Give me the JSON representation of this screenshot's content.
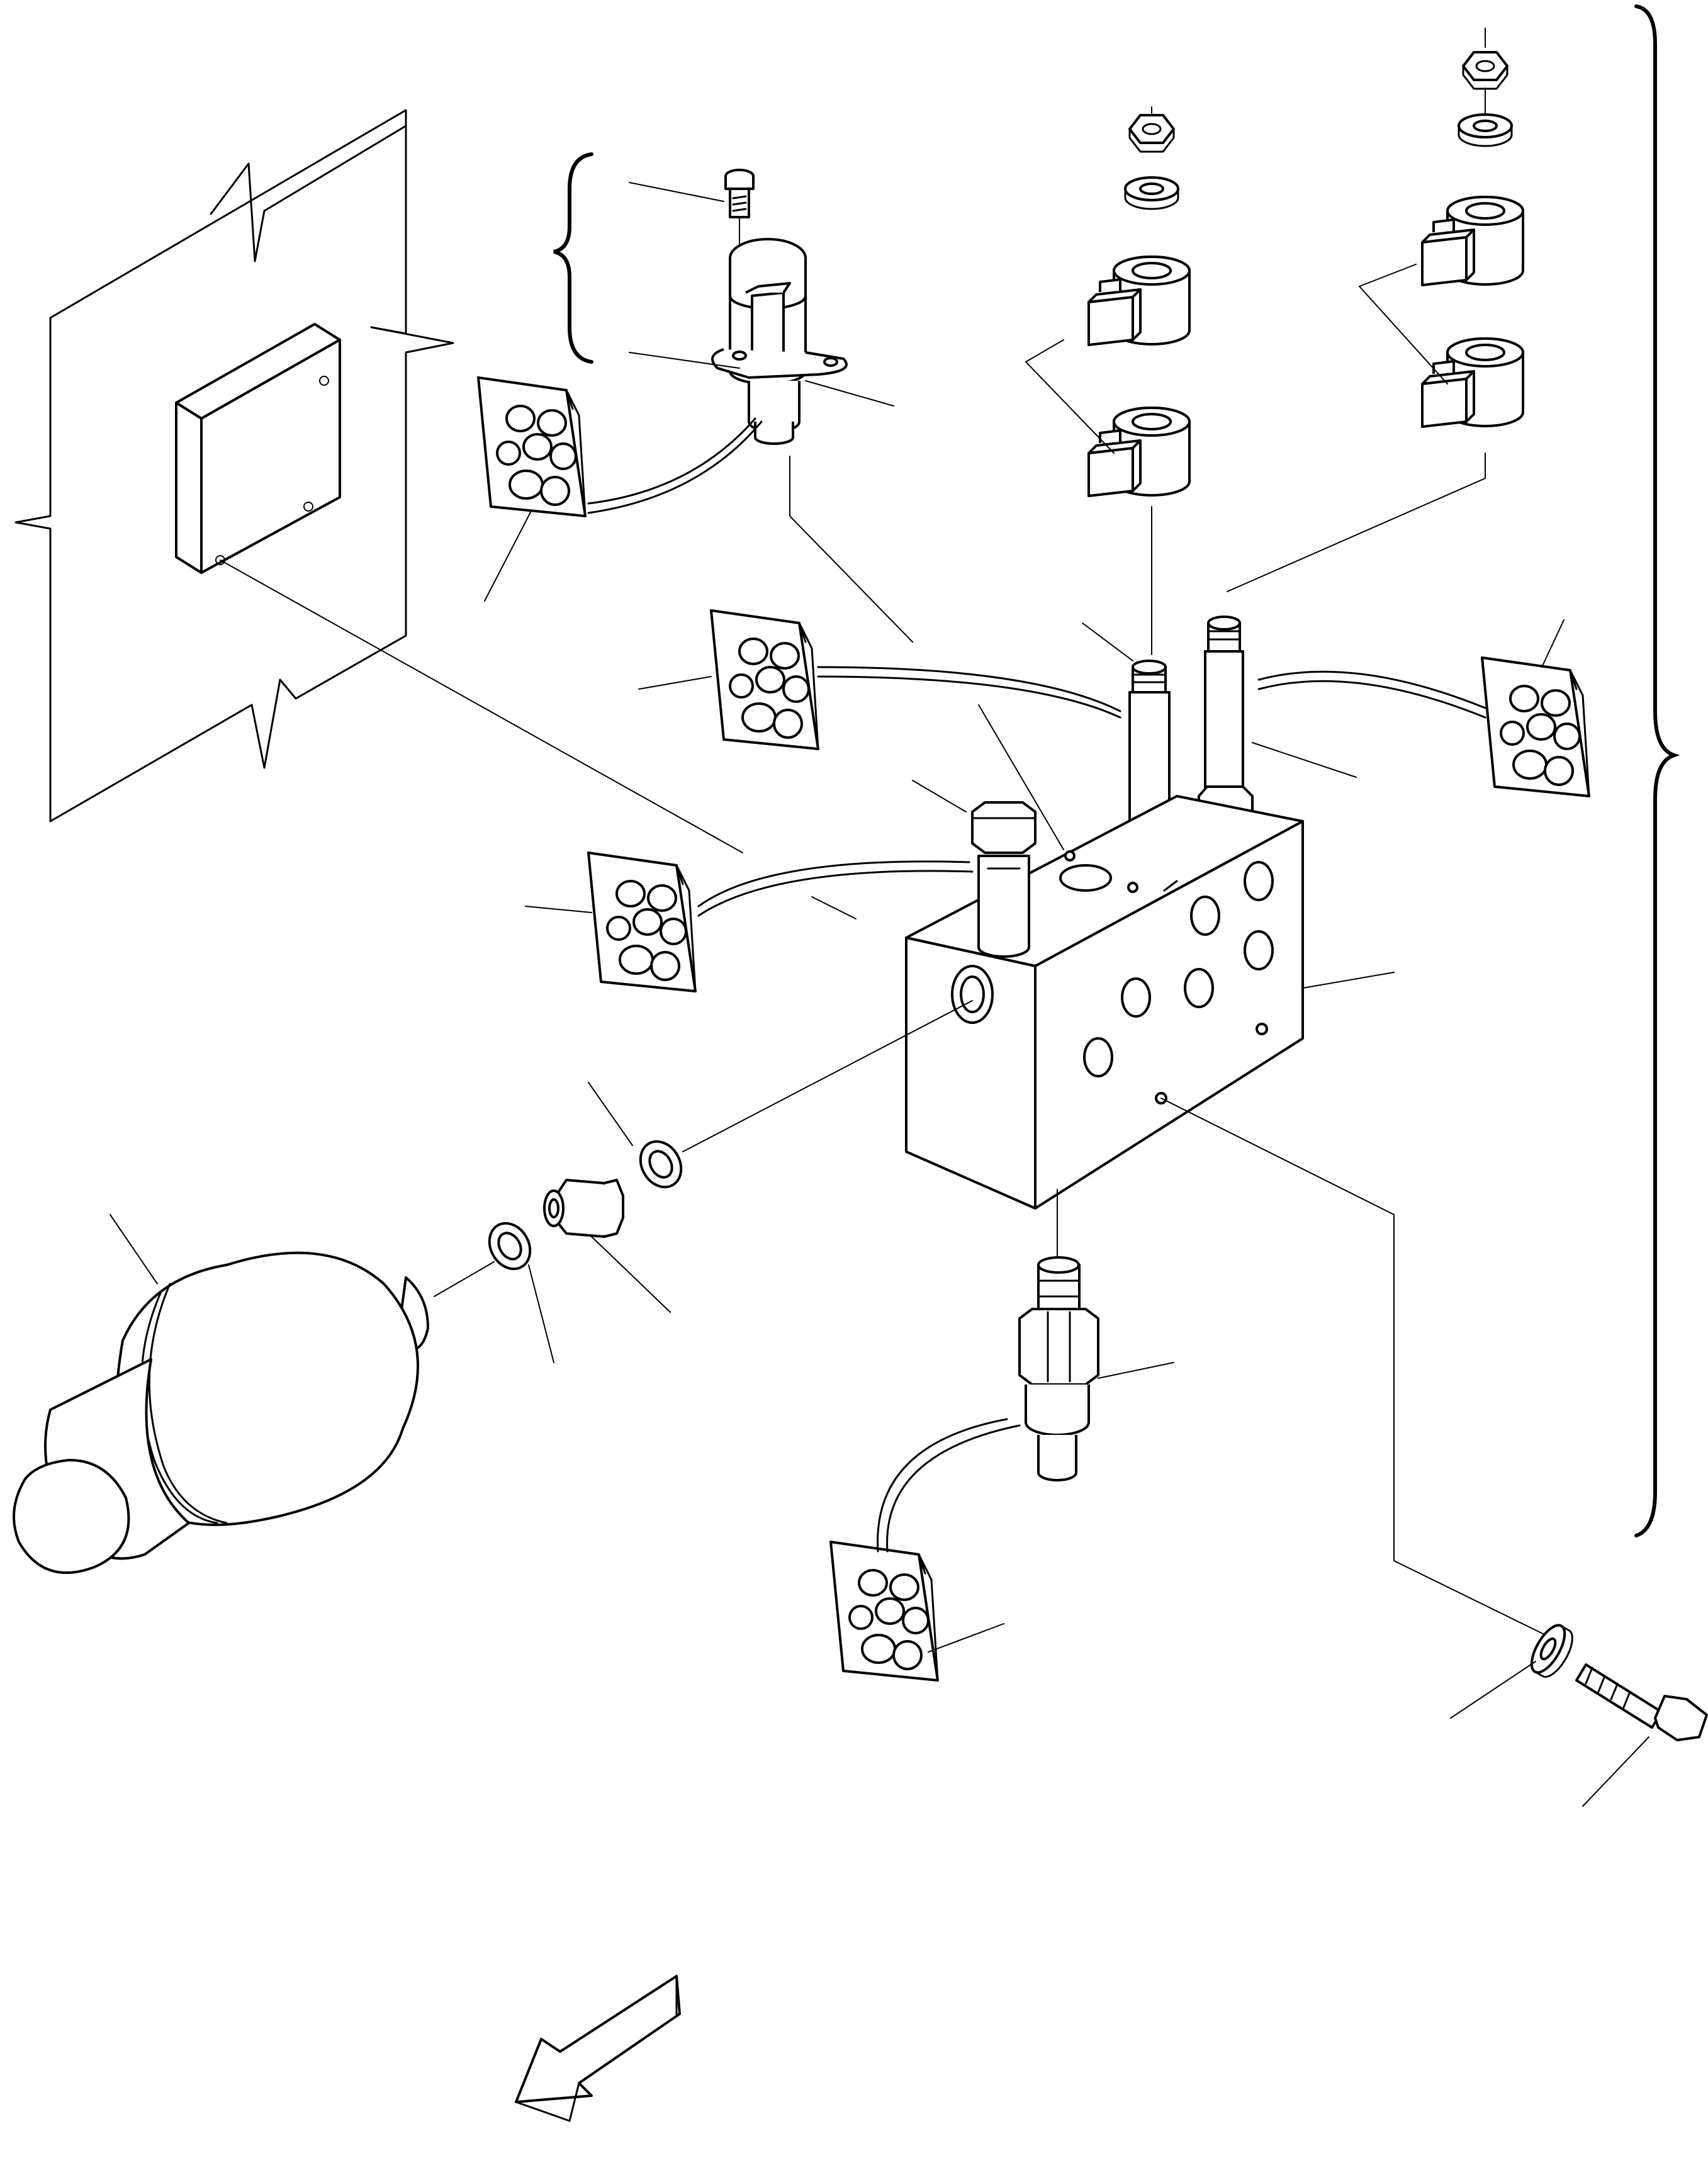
{
  "diagram": {
    "kind": "exploded-parts-view",
    "parts": [
      {
        "name": "control-unit-panel",
        "icon": "panel-icon"
      },
      {
        "name": "pressure-switch",
        "icon": "switch-icon"
      },
      {
        "name": "cap-screw-small",
        "icon": "screw-icon"
      },
      {
        "name": "solenoid-coil-left-upper",
        "icon": "coil-icon"
      },
      {
        "name": "solenoid-coil-left-lower",
        "icon": "coil-icon"
      },
      {
        "name": "solenoid-coil-right-upper",
        "icon": "coil-icon"
      },
      {
        "name": "solenoid-coil-right-lower",
        "icon": "coil-icon"
      },
      {
        "name": "nut",
        "icon": "nut-icon"
      },
      {
        "name": "washer",
        "icon": "washer-icon"
      },
      {
        "name": "valve-stem-left",
        "icon": "stem-icon"
      },
      {
        "name": "valve-stem-right",
        "icon": "stem-icon"
      },
      {
        "name": "valve-block",
        "icon": "valve-block-icon"
      },
      {
        "name": "relief-plug",
        "icon": "plug-icon"
      },
      {
        "name": "cartridge-valve",
        "icon": "cartridge-icon"
      },
      {
        "name": "accumulator",
        "icon": "accumulator-icon"
      },
      {
        "name": "adapter-fitting",
        "icon": "fitting-icon"
      },
      {
        "name": "seal-ring",
        "icon": "ring-icon"
      },
      {
        "name": "seal-kit",
        "icon": "seal-kit-icon"
      },
      {
        "name": "bolt",
        "icon": "bolt-icon"
      },
      {
        "name": "direction-arrow",
        "icon": "arrow-icon"
      }
    ],
    "colors": {
      "line": "#000000",
      "background": "#ffffff"
    }
  }
}
